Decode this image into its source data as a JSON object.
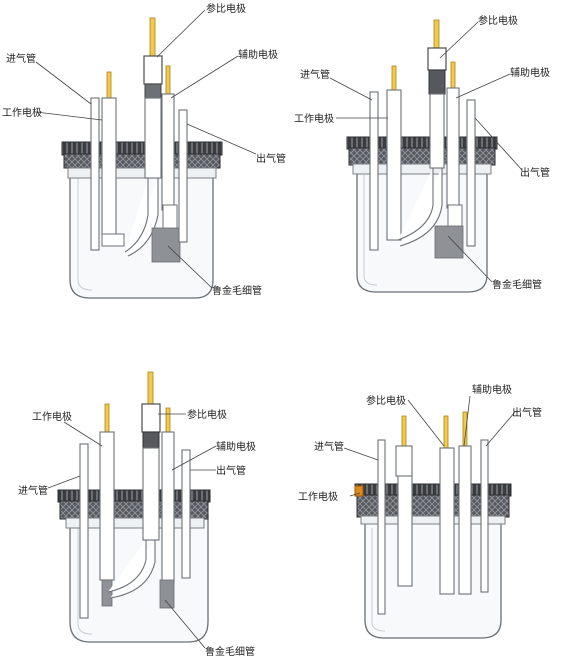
{
  "labels": {
    "reference_electrode": "参比电极",
    "auxiliary_electrode": "辅助电极",
    "gas_inlet": "进气管",
    "working_electrode": "工作电极",
    "gas_outlet": "出气管",
    "luggin_capillary": "鲁金毛细管"
  }
}
